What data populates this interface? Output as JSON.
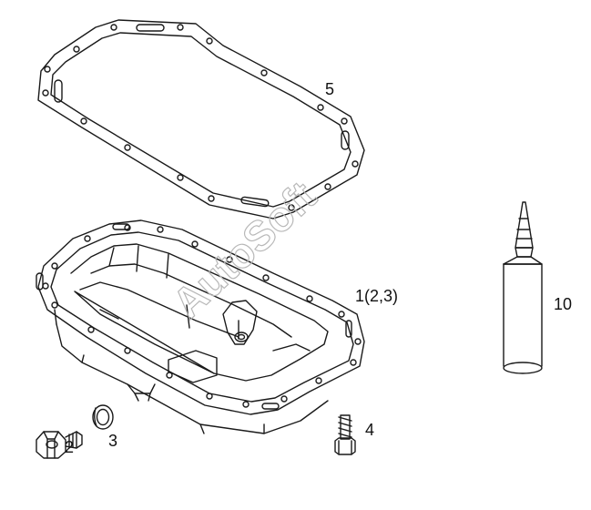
{
  "diagram": {
    "watermark": "AutoSoft",
    "callouts": {
      "gasket": "5",
      "oil_pan": "1(2,3)",
      "drain_plug": "2",
      "seal_ring": "3",
      "bolt": "4",
      "sealant": "10"
    }
  }
}
